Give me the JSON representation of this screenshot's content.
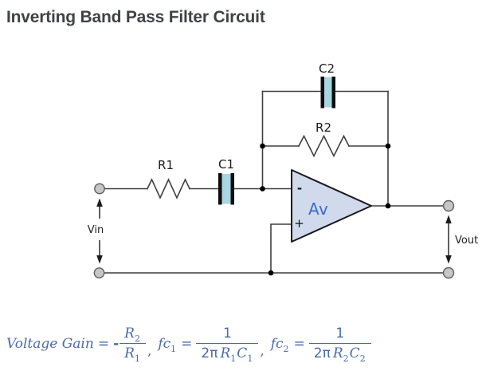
{
  "title": "Inverting Band Pass Filter Circuit",
  "circuit": {
    "labels": {
      "c2": "C2",
      "r2": "R2",
      "r1": "R1",
      "c1": "C1",
      "av": "Av",
      "minus_input": "-",
      "plus_input": "+",
      "vin": "Vin",
      "vout": "Vout"
    }
  },
  "colors": {
    "wire": "#3f3f3f",
    "capacitor_fill": "#a9d4e2",
    "capacitor_plate": "#0d0d0d",
    "opamp_fill": "#d0daec",
    "opamp_stroke": "#1a1a1a",
    "av_blue": "#3a6cc8",
    "terminal_fill": "#c6c6c6",
    "terminal_stroke": "#5f5f5f",
    "formula_blue": "#4a6ba6",
    "title_color": "#3f4347"
  },
  "formula": {
    "gain_label": "Voltage Gain",
    "equals1": "=",
    "minus": "-",
    "gain_num": {
      "base": "R",
      "sub": "2"
    },
    "gain_den": {
      "base": "R",
      "sub": "1"
    },
    "comma1": ",",
    "fc1": {
      "base": "fc",
      "sub": "1"
    },
    "equals2": "=",
    "frac1": {
      "num": "1",
      "den_coeff": "2π",
      "den_r": "R",
      "den_r_sub": "1",
      "den_c": "C",
      "den_c_sub": "1"
    },
    "comma2": ",",
    "fc2": {
      "base": "fc",
      "sub": "2"
    },
    "equals3": "=",
    "frac2": {
      "num": "1",
      "den_coeff": "2π",
      "den_r": "R",
      "den_r_sub": "2",
      "den_c": "C",
      "den_c_sub": "2"
    }
  }
}
